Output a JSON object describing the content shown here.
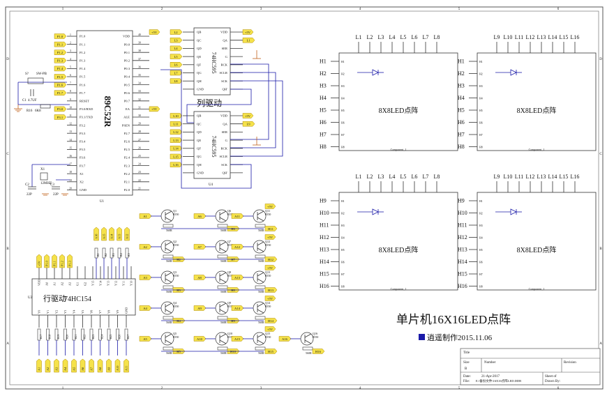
{
  "title": "单片机16X16LED点阵",
  "credit": "逍遥制作2015.11.06",
  "border": {
    "cols": [
      "1",
      "2",
      "3",
      "4",
      "5",
      "6"
    ],
    "rows": [
      "D",
      "C",
      "B",
      "A"
    ]
  },
  "mcu": {
    "part": "89C52R",
    "ref": "U1",
    "left_pins": [
      "P1.0",
      "P1.1",
      "P1.2",
      "P1.3",
      "P1.4",
      "P1.5",
      "P1.6",
      "P1.7",
      "RESET",
      "P3.0/RXD",
      "P3.1/TXD",
      "P3.2",
      "P3.3",
      "P3.4",
      "P3.5",
      "P3.6",
      "P3.7",
      "X1",
      "X2",
      "GND"
    ],
    "right_pins": [
      "VDD",
      "P0.0",
      "P0.1",
      "P0.2",
      "P0.3",
      "P0.4",
      "P0.5",
      "P0.6",
      "P0.7",
      "EA",
      "ALE",
      "PSEN",
      "P2.7",
      "P2.6",
      "P2.5",
      "P2.4",
      "P2.3",
      "P2.2",
      "P2.1",
      "P2.0"
    ],
    "port_tags": [
      "P1.0",
      "P1.1",
      "P1.2",
      "P1.3",
      "P1.4",
      "P1.5",
      "P1.6",
      "P1.7"
    ],
    "serial_tags": [
      "P3.0",
      "P3.1"
    ],
    "vcc": "+5V",
    "reset_switch": "SW-PB",
    "reset_switch_ref": "S?",
    "reset_cap": "C1",
    "reset_cap_val": "4.7UF",
    "reset_res": "R16",
    "reset_res_val": "6K8",
    "crystal": "X1",
    "crystal_val": "12MHZ",
    "c2": "C2",
    "c3": "C3",
    "cap_val": "22P"
  },
  "shift1": {
    "part": "74HC595",
    "ref": "U3",
    "left_pins": [
      "QB",
      "QC",
      "QD",
      "QE",
      "QF",
      "QG",
      "QH",
      "GND"
    ],
    "right_pins": [
      "VDD",
      "QA",
      "SER",
      "G",
      "RCK",
      "SCLR",
      "SCK",
      "QH'"
    ],
    "outputs": [
      "L2",
      "L3",
      "L4",
      "L5",
      "L6",
      "L7",
      "L8"
    ],
    "qa": "L1",
    "vcc": "+5V",
    "label": "列驱动"
  },
  "shift2": {
    "part": "74HC595",
    "ref": "U4",
    "outputs": [
      "L10",
      "L11",
      "L12",
      "L13",
      "L14",
      "L15",
      "L16"
    ],
    "qa": "L9",
    "vcc": "+5V"
  },
  "row_driver": {
    "part": "74HC154",
    "ref": "U2",
    "label": "行驱动",
    "top_pins": [
      "VDD",
      "A0",
      "A1",
      "A2",
      "A3",
      "G1",
      "G2",
      "Y15",
      "Y14",
      "Y13",
      "Y12",
      "Y11",
      "Y10"
    ],
    "bottom_pins": [
      "Y0",
      "Y1",
      "Y2",
      "Y3",
      "Y4",
      "Y5",
      "Y6",
      "Y7",
      "Y8",
      "Y9",
      "GND"
    ],
    "top_tags": [
      "+5V",
      "P1.0",
      "P1.1",
      "P1.2",
      "P1.3"
    ],
    "bottom_tags": [
      "A1",
      "A2",
      "A3",
      "A4",
      "A5",
      "A6",
      "A7",
      "A8",
      "A9",
      "A10",
      "A11"
    ],
    "top_right_tags": [
      "A16",
      "A15",
      "A14",
      "A13",
      "A12"
    ],
    "resistors_bottom": [
      "R17",
      "R18",
      "R19",
      "R20",
      "R21",
      "R22",
      "R23",
      "R24",
      "R25",
      "R26",
      "R27"
    ],
    "resistors_top": [
      "R1",
      "R2",
      "R3",
      "R4",
      "R5"
    ],
    "res_val": "1K"
  },
  "transistors": {
    "rows": [
      {
        "inputs": [
          "A1",
          "A6",
          "A11"
        ],
        "outputs": [
          "H6",
          "H11"
        ],
        "q": [
          "Q1",
          "Q6",
          "Q11"
        ]
      },
      {
        "inputs": [
          "A2",
          "A7",
          "A12"
        ],
        "outputs": [
          "H2",
          "H7",
          "H12"
        ],
        "q": [
          "Q2",
          "Q7",
          "Q12"
        ]
      },
      {
        "inputs": [
          "A3",
          "A8",
          "A13"
        ],
        "outputs": [
          "H3",
          "H8",
          "H13"
        ],
        "q": [
          "Q3",
          "Q8",
          "Q13"
        ]
      },
      {
        "inputs": [
          "A4",
          "A9",
          "A14"
        ],
        "outputs": [
          "H4",
          "H9",
          "H14"
        ],
        "q": [
          "Q4",
          "Q9",
          "Q14"
        ]
      },
      {
        "inputs": [
          "A5",
          "A10",
          "A15",
          "A16"
        ],
        "outputs": [
          "H5",
          "H10",
          "H15",
          "H16"
        ],
        "q": [
          "Q5",
          "Q10",
          "Q15",
          "Q16"
        ]
      }
    ],
    "type": "8550",
    "res_val": "560R",
    "vcc": "+5V"
  },
  "matrices": [
    {
      "cols": [
        "L1",
        "L2",
        "L3",
        "L4",
        "L5",
        "L6",
        "L7",
        "L8"
      ],
      "rows": [
        "H1",
        "H2",
        "H3",
        "H4",
        "H5",
        "H6",
        "H7",
        "H8"
      ],
      "label": "8X8LED点阵",
      "comp": "Component_1"
    },
    {
      "cols": [
        "L9",
        "L10",
        "L11",
        "L12",
        "L13",
        "L14",
        "L15",
        "L16"
      ],
      "rows": [
        "H1",
        "H2",
        "H3",
        "H4",
        "H5",
        "H6",
        "H7",
        "H8"
      ],
      "label": "8X8LED点阵",
      "comp": "Component_1"
    },
    {
      "cols": [
        "L1",
        "L2",
        "L3",
        "L4",
        "L5",
        "L6",
        "L7",
        "L8"
      ],
      "rows": [
        "H9",
        "H10",
        "H11",
        "H12",
        "H13",
        "H14",
        "H15",
        "H16"
      ],
      "label": "8X8LED点阵",
      "comp": "Component_1"
    },
    {
      "cols": [
        "L9",
        "L10",
        "L11",
        "L12",
        "L13",
        "L14",
        "L15",
        "L16"
      ],
      "rows": [
        "H9",
        "H10",
        "H11",
        "H12",
        "H13",
        "H14",
        "H15",
        "H16"
      ],
      "label": "8X8LED点阵",
      "comp": "Component_1"
    }
  ],
  "title_block": {
    "title_label": "Title",
    "size_label": "Size",
    "size_val": "B",
    "number_label": "Number",
    "revision_label": "Revision",
    "date_label": "Date:",
    "date_val": "21-Apr-2017",
    "file_label": "File:",
    "file_val": "E:\\备份文件\\16X16点阵LED.DDB",
    "sheet_label": "Sheet of",
    "drawn_label": "Drawn By:"
  },
  "colors": {
    "wire": "#1a1aa8",
    "tag_fill": "#f5e24a",
    "tag_stroke": "#b08a00",
    "outline": "#333333",
    "ground": "#c0601a"
  }
}
